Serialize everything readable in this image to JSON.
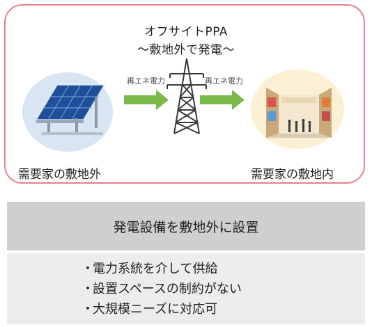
{
  "header": {
    "title": "オフサイトPPA",
    "subtitle": "〜敷地外で発電〜"
  },
  "left_site": {
    "label": "需要家の敷地外",
    "icon": "solar-panel-icon"
  },
  "right_site": {
    "label": "需要家の敷地内",
    "icon": "shopping-mall-icon"
  },
  "flow": {
    "arrow_label_1": "再エネ電力",
    "arrow_label_2": "再エネ電力",
    "tower_icon": "transmission-tower-icon"
  },
  "summary": {
    "heading": "発電設備を敷地外に設置",
    "bullets": [
      "電力系統を介して供給",
      "設置スペースの制約がない",
      "大規模ニーズに対応可"
    ]
  },
  "colors": {
    "frame": "#e88088",
    "arrow": "#79b84a",
    "left_circle": "#d8e6f4",
    "right_circle": "#fbf0d3",
    "heading_bg": "#cfcfcf",
    "body_bg": "#ececec"
  }
}
